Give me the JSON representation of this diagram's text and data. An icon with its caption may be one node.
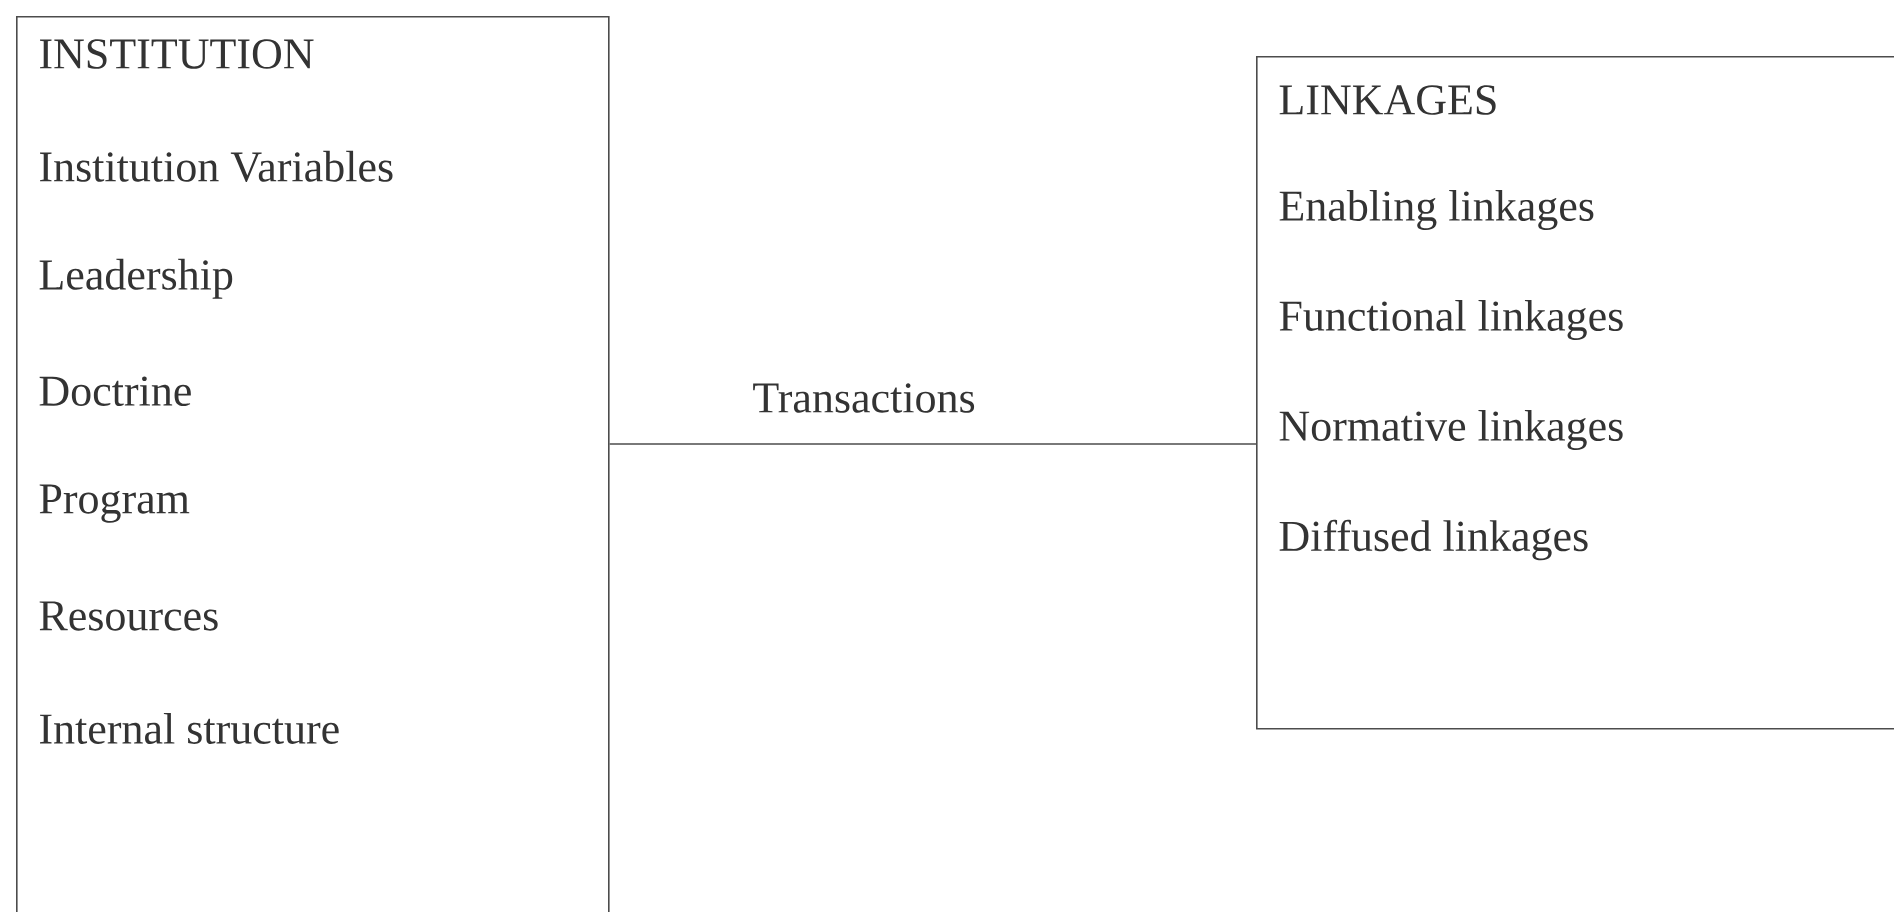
{
  "diagram": {
    "nodes": [
      {
        "text": [
          "INSTITUTION",
          "Institution Variables",
          "Leadership",
          "Doctrine",
          "Program",
          "Resources",
          "Internal structure"
        ]
      },
      {
        "text": [
          "LINKAGES",
          "Enabling linkages",
          "Functional linkages",
          "Normative linkages",
          "Diffused linkages"
        ]
      }
    ],
    "edges": [
      {
        "from": 0,
        "to": 1,
        "arrow": "none",
        "label": "Transactions"
      }
    ]
  }
}
